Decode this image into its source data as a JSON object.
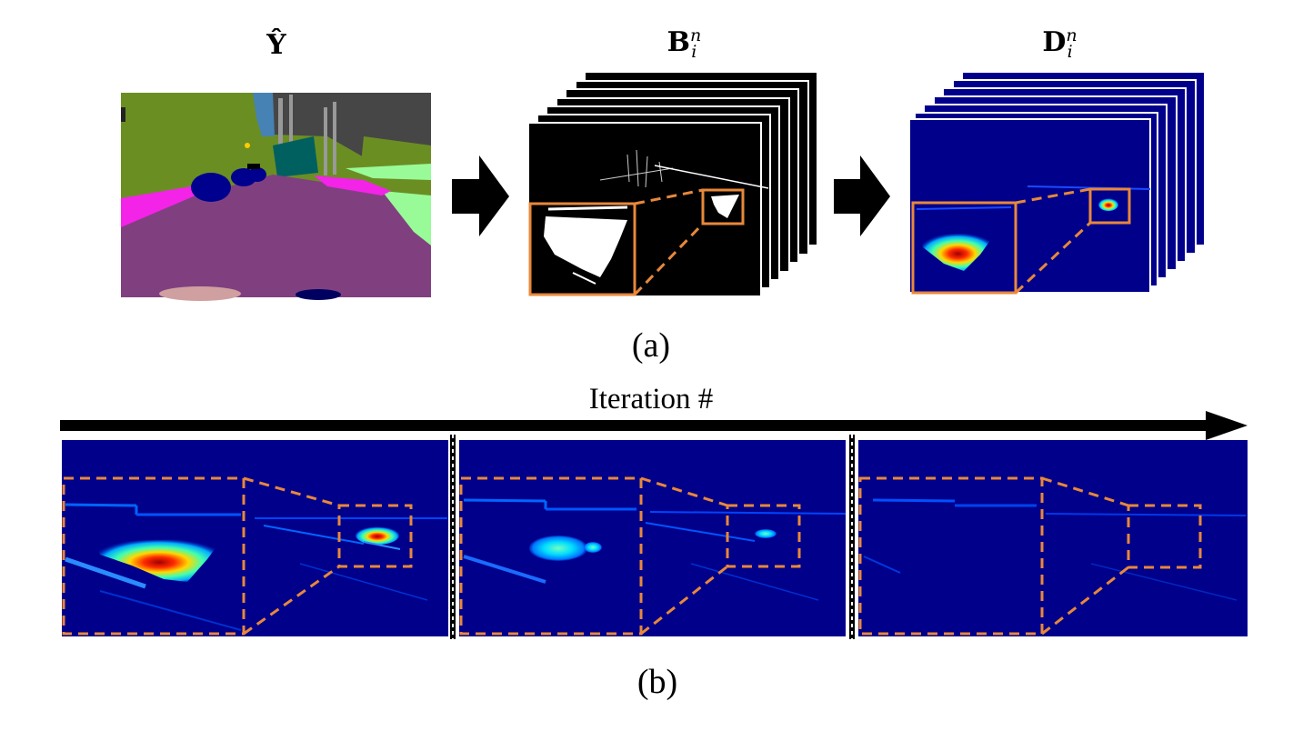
{
  "panel_a": {
    "caption": "(a)",
    "labels": {
      "y_hat": "Ŷ",
      "b_base": "B",
      "b_sup": "n",
      "b_sub": "i",
      "d_base": "D",
      "d_sup": "n",
      "d_sub": "i"
    }
  },
  "panel_b": {
    "caption": "(b)",
    "axis_label": "Iteration #"
  },
  "colors": {
    "accent_orange": "#e8883a",
    "heatmap_background": "#00008b",
    "road": "#804080",
    "vegetation": "#6b8e23",
    "sky": "#4682b4",
    "building": "#464646",
    "car": "#00008e",
    "sidewalk": "#f423e8",
    "terrain": "#98fb98"
  }
}
